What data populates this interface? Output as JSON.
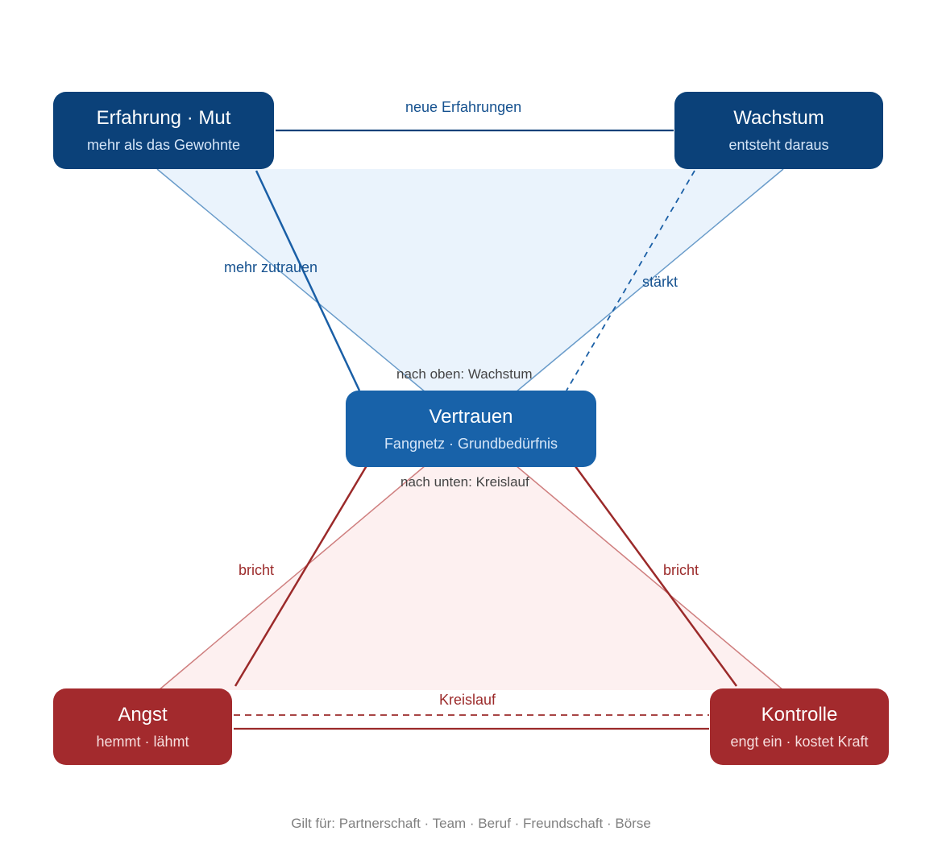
{
  "nodes": {
    "erfahrung": {
      "title": "Erfahrung · Mut",
      "subtitle": "mehr als das Gewohnte"
    },
    "wachstum": {
      "title": "Wachstum",
      "subtitle": "entsteht daraus"
    },
    "vertrauen": {
      "title": "Vertrauen",
      "subtitle": "Fangnetz · Grundbedürfnis"
    },
    "angst": {
      "title": "Angst",
      "subtitle": "hemmt · lähmt"
    },
    "kontrolle": {
      "title": "Kontrolle",
      "subtitle": "engt ein · kostet Kraft"
    }
  },
  "edge_labels": {
    "neue_erfahrungen": "neue Erfahrungen",
    "mehr_zutrauen": "mehr zutrauen",
    "staerkt": "stärkt",
    "nach_oben": "nach oben: Wachstum",
    "nach_unten": "nach unten: Kreislauf",
    "bricht_left": "bricht",
    "bricht_right": "bricht",
    "kreislauf": "Kreislauf"
  },
  "footer": "Gilt für: Partnerschaft · Team · Beruf · Freundschaft · Börse",
  "colors": {
    "navy": "#0b4179",
    "blue": "#1862a9",
    "red": "#a32a2d",
    "upper_fill": "#eaf3fc",
    "lower_fill": "#fdf0f0"
  }
}
